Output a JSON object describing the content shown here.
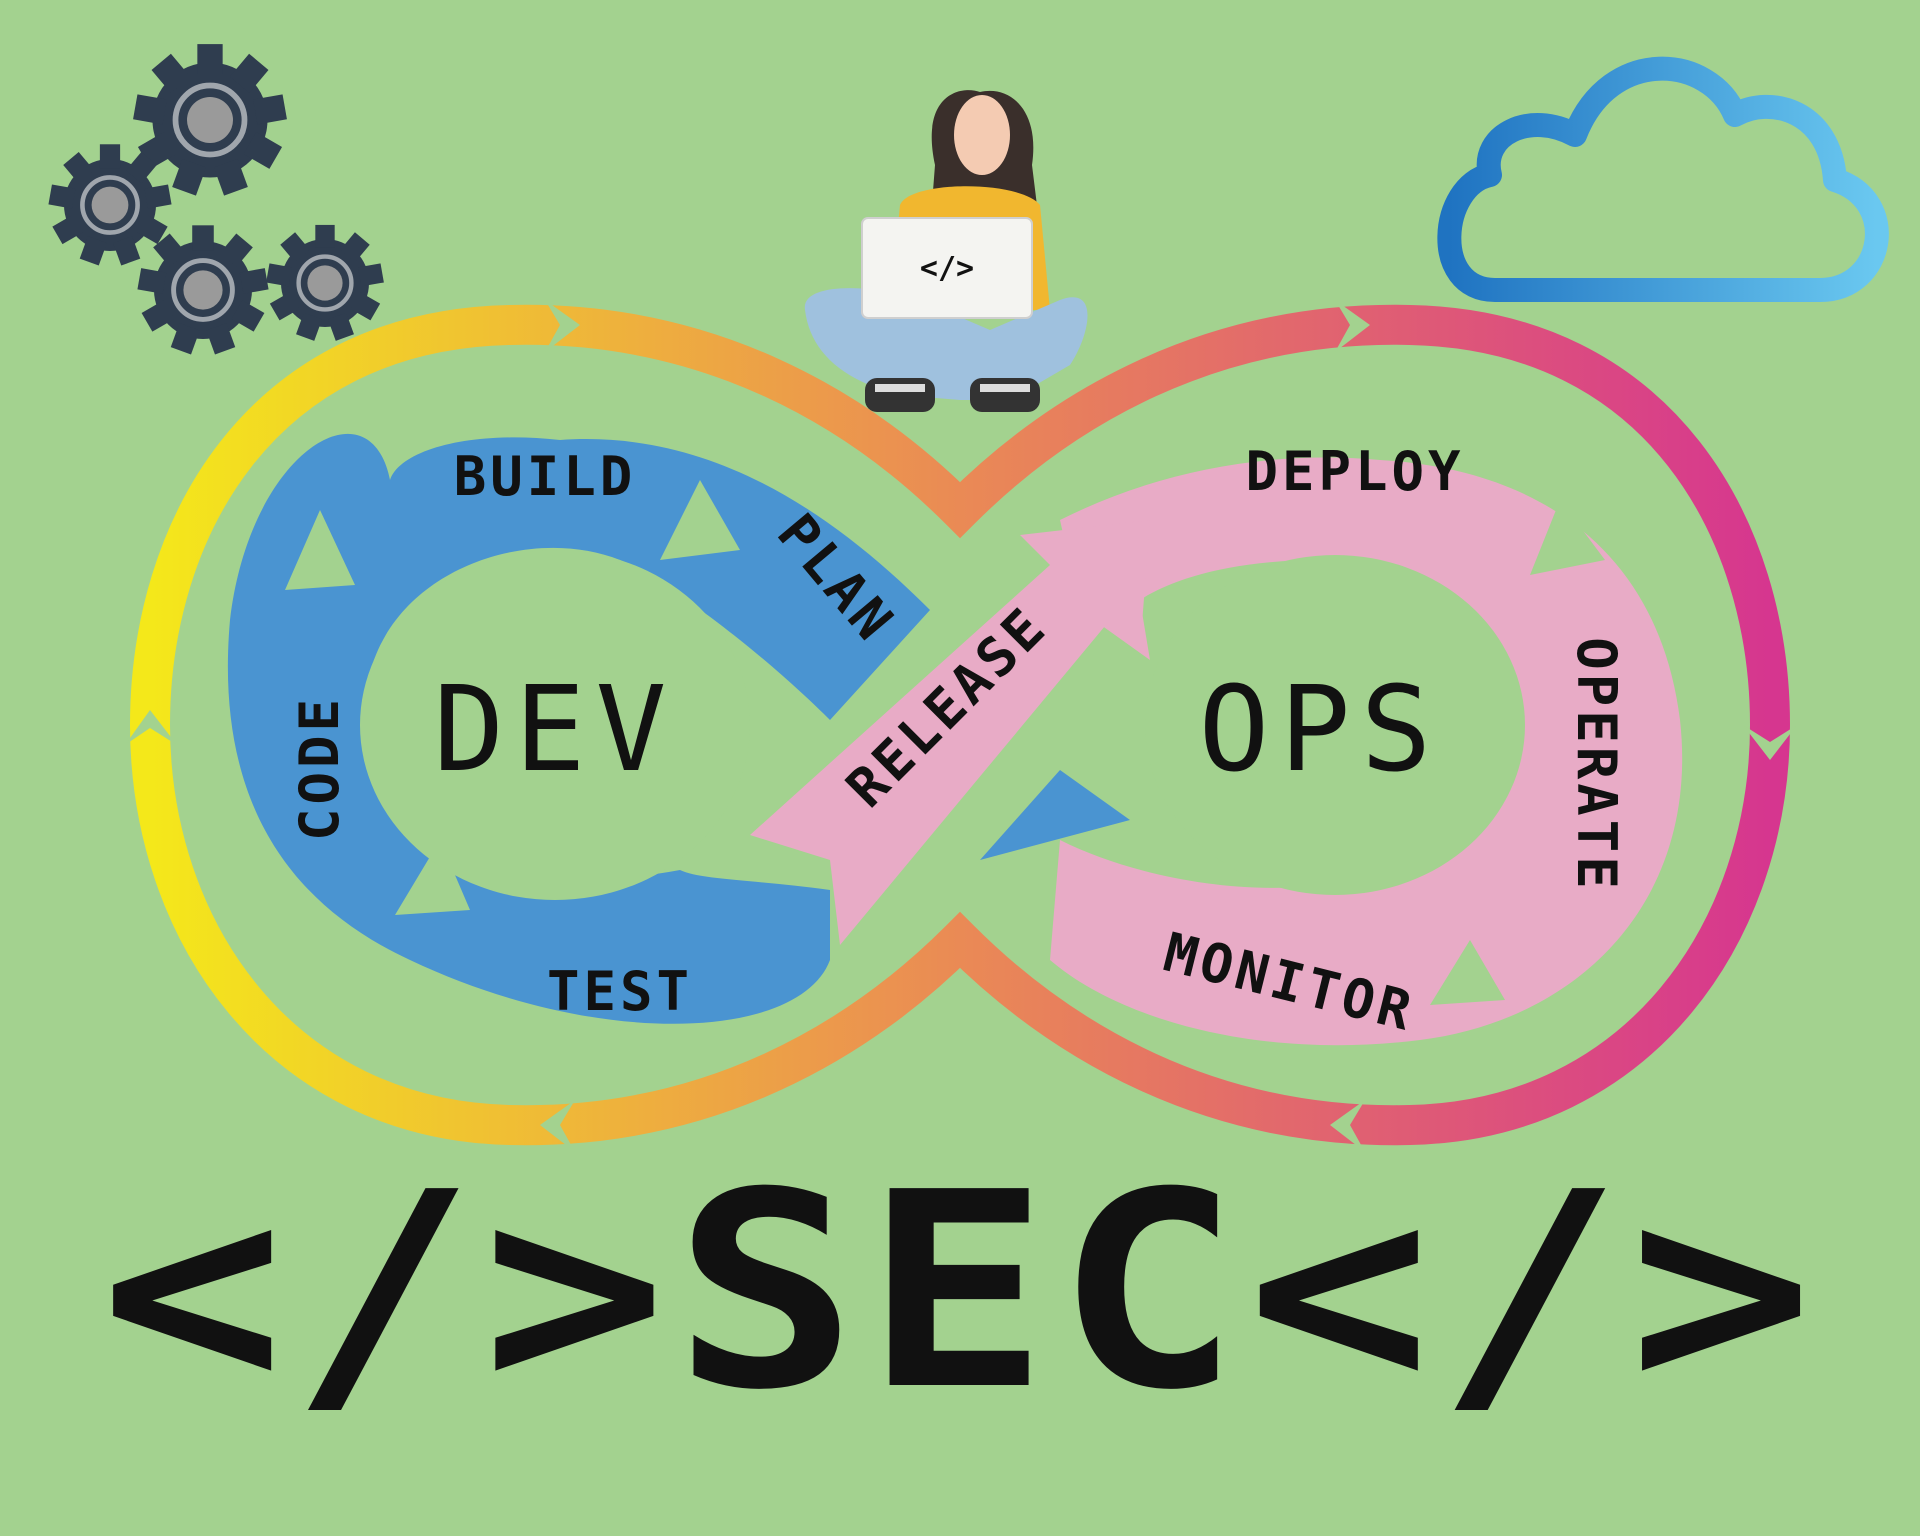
{
  "diagram": {
    "dev_label": "DEV",
    "ops_label": "OPS",
    "stages": {
      "plan": "PLAN",
      "build": "BUILD",
      "code": "CODE",
      "test": "TEST",
      "release": "RELEASE",
      "deploy": "DEPLOY",
      "operate": "OPERATE",
      "monitor": "MONITOR"
    },
    "laptop_code": "</>",
    "sec_banner": "</>SEC</>"
  },
  "colors": {
    "background": "#a3d28f",
    "dev_loop": "#4a94d1",
    "ops_loop": "#e8abc6",
    "ring_yellow": "#f4e81a",
    "ring_orange": "#ea8a55",
    "ring_magenta": "#d6368f",
    "gear": "#2f3d4f",
    "cloud_dark": "#1f73c1",
    "cloud_light": "#6ac8f0",
    "text": "#111111"
  },
  "icons": [
    "gear-icon",
    "cloud-icon",
    "person-with-laptop-illustration",
    "infinity-loop"
  ]
}
